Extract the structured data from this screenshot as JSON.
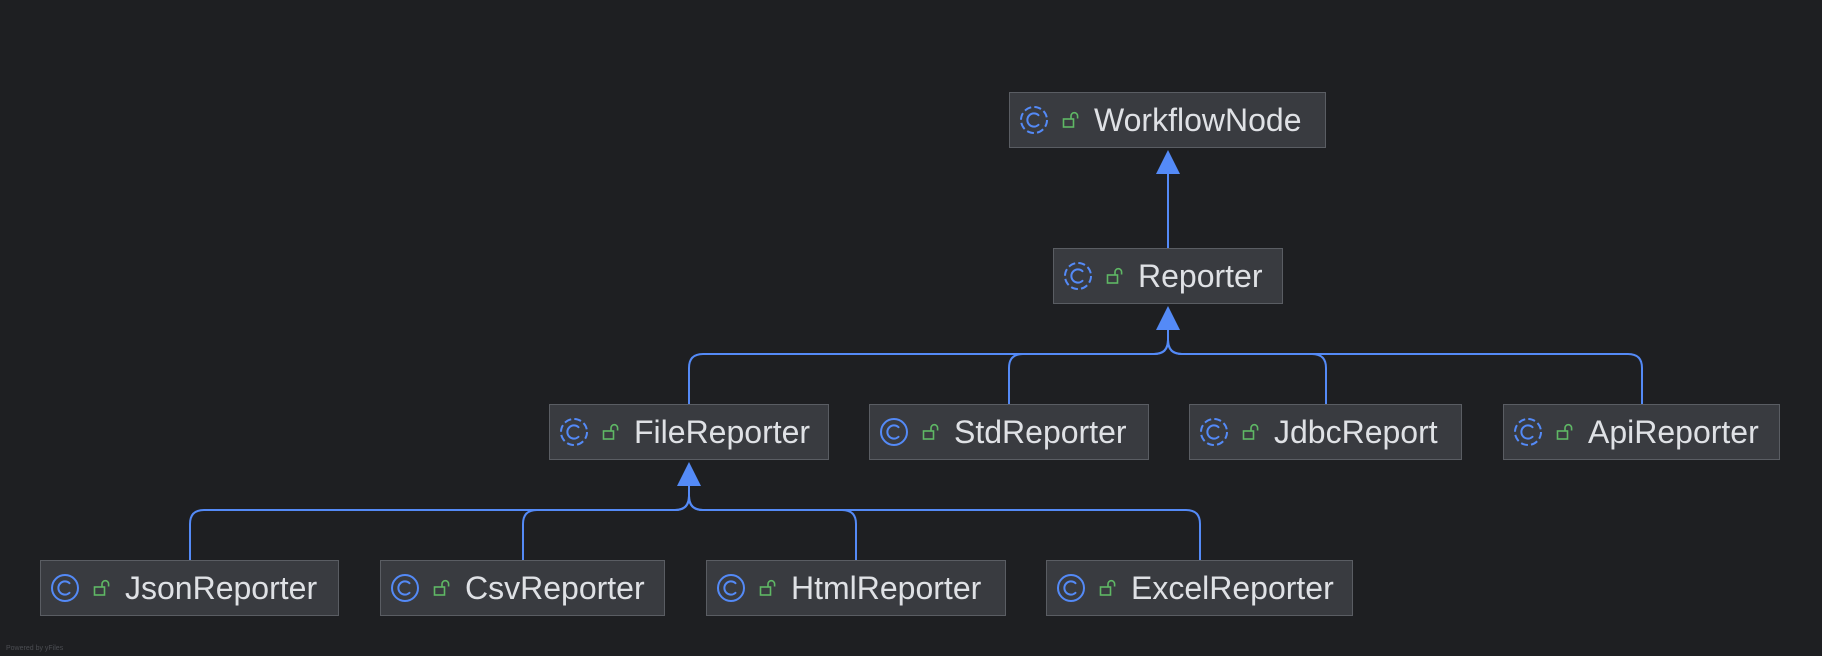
{
  "diagram": {
    "nodes": [
      {
        "id": "workflownode",
        "label": "WorkflowNode",
        "kind": "abstract"
      },
      {
        "id": "reporter",
        "label": "Reporter",
        "kind": "abstract"
      },
      {
        "id": "filereporter",
        "label": "FileReporter",
        "kind": "abstract"
      },
      {
        "id": "stdreporter",
        "label": "StdReporter",
        "kind": "class"
      },
      {
        "id": "jdbcreport",
        "label": "JdbcReport",
        "kind": "abstract"
      },
      {
        "id": "apireporter",
        "label": "ApiReporter",
        "kind": "abstract"
      },
      {
        "id": "jsonreporter",
        "label": "JsonReporter",
        "kind": "class"
      },
      {
        "id": "csvreporter",
        "label": "CsvReporter",
        "kind": "class"
      },
      {
        "id": "htmlreporter",
        "label": "HtmlReporter",
        "kind": "class"
      },
      {
        "id": "excelreporter",
        "label": "ExcelReporter",
        "kind": "class"
      }
    ],
    "edges": [
      {
        "from": "reporter",
        "to": "workflownode",
        "type": "extends"
      },
      {
        "from": "filereporter",
        "to": "reporter",
        "type": "extends"
      },
      {
        "from": "stdreporter",
        "to": "reporter",
        "type": "extends"
      },
      {
        "from": "jdbcreport",
        "to": "reporter",
        "type": "extends"
      },
      {
        "from": "apireporter",
        "to": "reporter",
        "type": "extends"
      },
      {
        "from": "jsonreporter",
        "to": "filereporter",
        "type": "extends"
      },
      {
        "from": "csvreporter",
        "to": "filereporter",
        "type": "extends"
      },
      {
        "from": "htmlreporter",
        "to": "filereporter",
        "type": "extends"
      },
      {
        "from": "excelreporter",
        "to": "filereporter",
        "type": "extends"
      }
    ],
    "icons": {
      "class": "class-icon",
      "abstract": "abstract-class-icon",
      "visibility": "unlocked-public-icon"
    },
    "colors": {
      "background": "#1e1f22",
      "node_fill": "#393b40",
      "node_border": "#5a5d63",
      "label": "#dfe1e5",
      "edge": "#548af7",
      "class_icon": "#548af7",
      "visibility_icon": "#5fb865"
    },
    "footer": "Powered by yFiles"
  }
}
